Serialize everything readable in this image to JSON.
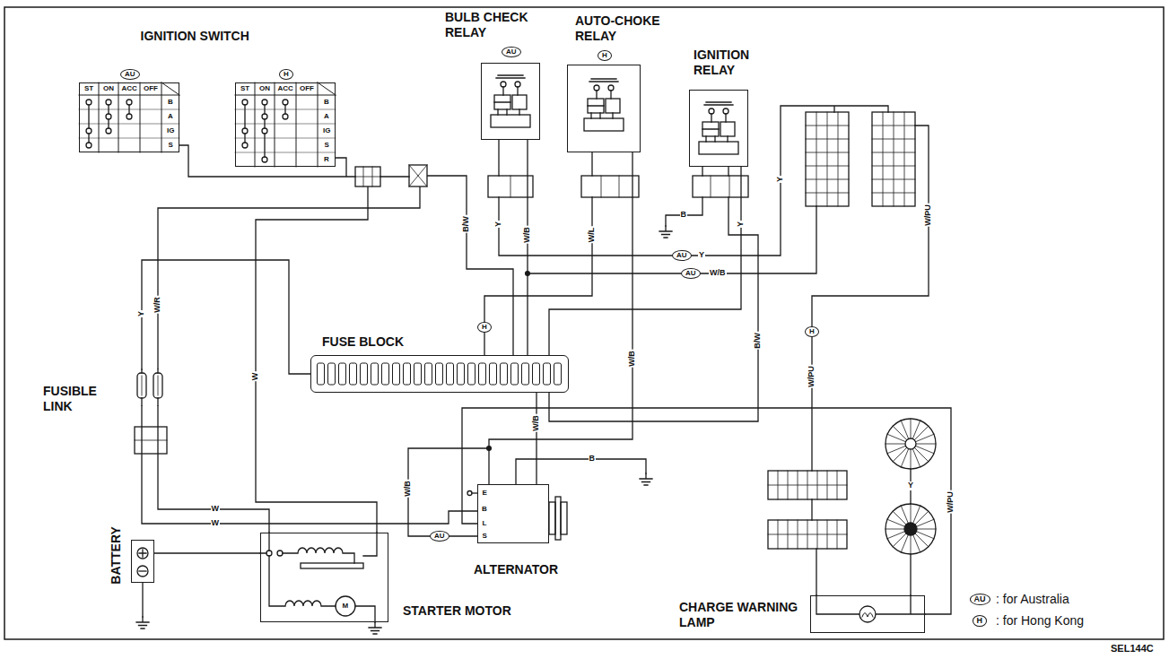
{
  "diagram": {
    "nodes": [
      {
        "text": [
          "IGNITION SWITCH"
        ]
      },
      {
        "text": [
          "AU"
        ],
        "in": 0
      },
      {
        "text": [
          "H"
        ],
        "in": 0
      },
      {
        "text": [
          "BULB CHECK RELAY",
          "AU"
        ]
      },
      {
        "text": [
          "AUTO-CHOKE RELAY",
          "H"
        ]
      },
      {
        "text": [
          "IGNITION RELAY"
        ]
      },
      {
        "text": [
          "FUSE BLOCK"
        ]
      },
      {
        "text": [
          "FUSIBLE LINK"
        ]
      },
      {
        "text": [
          "BATTERY"
        ]
      },
      {
        "text": [
          "STARTER MOTOR"
        ]
      },
      {
        "text": [
          "ALTERNATOR"
        ]
      },
      {
        "text": [
          "CHARGE WARNING LAMP"
        ]
      }
    ],
    "edges": [
      {
        "from": 8,
        "to": 9,
        "arrow": "none"
      },
      {
        "from": 9,
        "to": 7,
        "label": "W",
        "arrow": "none"
      },
      {
        "from": 7,
        "to": 0,
        "label": "W/R",
        "arrow": "none"
      },
      {
        "from": 0,
        "to": 9,
        "label": "W",
        "arrow": "none"
      },
      {
        "from": 0,
        "to": 6,
        "label": "B/W",
        "arrow": "none"
      },
      {
        "from": 6,
        "to": 3,
        "label": "W/B",
        "arrow": "none"
      },
      {
        "from": 10,
        "to": 4,
        "label": "W/B",
        "arrow": "none"
      },
      {
        "from": 6,
        "to": 5,
        "label": "Y",
        "arrow": "none"
      },
      {
        "from": 6,
        "to": 10,
        "label": "W/B",
        "arrow": "none"
      },
      {
        "from": 11,
        "to": 10,
        "label": "W/PU",
        "arrow": "none"
      },
      {
        "from": 7,
        "to": 10,
        "label": "W",
        "arrow": "none"
      }
    ],
    "labels": [
      "ST",
      "ON",
      "ACC",
      "OFF",
      "B",
      "A",
      "IG",
      "S",
      "ST",
      "ON",
      "ACC",
      "OFF",
      "B",
      "A",
      "IG",
      "S",
      "R",
      "Y",
      "AU",
      "Y",
      "Y",
      "AU",
      "W/B",
      "W/PU",
      "H",
      "W/PU",
      "Y",
      "B",
      "B/W",
      "W/L",
      "H",
      "Y",
      "B",
      "W/B",
      "AU",
      "M",
      "E",
      "B",
      "L",
      "S",
      "AU",
      "H",
      "SEL144C"
    ],
    "legend": [
      {
        "text": ": for Australia"
      },
      {
        "text": ": for Hong Kong"
      }
    ]
  }
}
